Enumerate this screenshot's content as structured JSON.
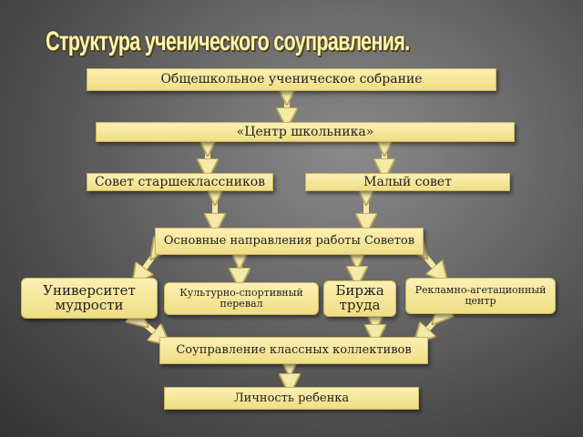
{
  "title": "Структура ученического соуправления.",
  "colors": {
    "box_fill": "#f3e290",
    "arrow_fill": "#f5e9a8",
    "title": "#fff3b0"
  },
  "nodes": {
    "general_meeting": "Общешкольное ученическое собрание",
    "student_center": "«Центр школьника»",
    "senior_council": "Совет старшеклассников",
    "small_council": "Малый совет",
    "main_directions": "Основные направления работы Советов",
    "university": "Университет мудрости",
    "culture_sport": "Культурно-спортивный перевал",
    "labor_exchange": "Биржа труда",
    "ad_agitation": "Рекламно-агетационный центр",
    "class_selfgov": "Соуправление классных коллективов",
    "child_personality": "Личность ребенка"
  }
}
